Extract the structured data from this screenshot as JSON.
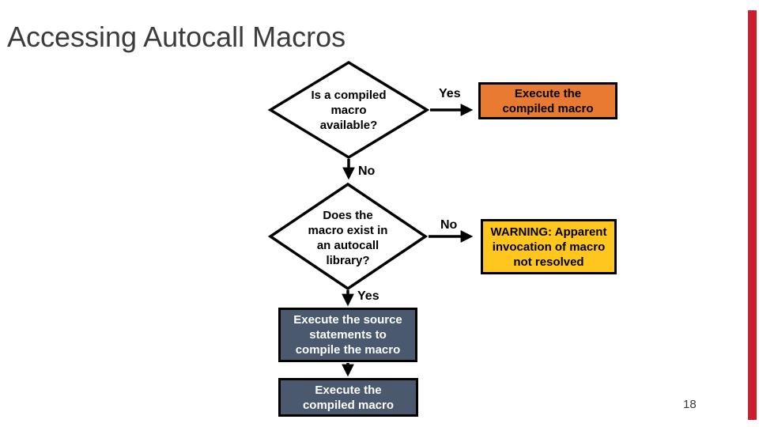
{
  "slide": {
    "title": "Accessing Autocall Macros",
    "page_number": "18"
  },
  "colors": {
    "title_text": "#3C3C3C",
    "accent_bar_red": "#C8202E",
    "process_orange": "#E87B31",
    "warning_yellow": "#FFC61E",
    "process_slate": "#4A596E",
    "outline_black": "#000000"
  },
  "flowchart": {
    "decision_compiled_macro": "Is a compiled\nmacro\navailable?",
    "label_yes_1": "Yes",
    "label_no_1": "No",
    "box_execute_compiled_top": "Execute the\ncompiled macro",
    "decision_autocall_library": "Does the\nmacro exist in\nan autocall\nlibrary?",
    "label_no_2": "No",
    "label_yes_2": "Yes",
    "box_warning": "WARNING: Apparent\ninvocation of macro\nnot resolved",
    "box_execute_source": "Execute the source\nstatements to\ncompile the macro",
    "box_execute_compiled_bottom": "Execute the\ncompiled macro"
  }
}
